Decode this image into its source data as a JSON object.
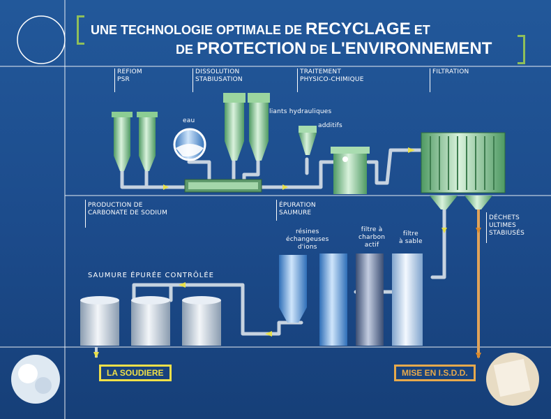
{
  "title": {
    "line1_prefix": "UNE TECHNOLOGIE OPTIMALE DE ",
    "line1_emph": "RECYCLAGE",
    "line1_suffix": " ET",
    "line2_prefix": "DE ",
    "line2_emph": "PROTECTION",
    "line2_mid": " DE ",
    "line2_emph2": "L'ENVIRONNEMENT"
  },
  "stages_top": {
    "refiom": "REFIOM\nPSR",
    "dissolution": "DISSOLUTION\nSTABIUSATION",
    "traitement": "TRAITEMENT\nPHYSICO-CHIMIQUE",
    "filtration": "FILTRATION"
  },
  "stages_mid": {
    "production": "PRODUCTION DE\nCARBONATE DE SODIUM",
    "epuration": "ÉPURATION\nSAUMURE"
  },
  "inputs": {
    "eau": "eau",
    "liants": "liants hydrauliques",
    "additifs": "additifs"
  },
  "equipment": {
    "resines": "résines\néchangeuses\nd'ions",
    "charbon": "filtre à\ncharbon\nactif",
    "sable": "filtre\nà sable"
  },
  "saumure_label": "SAUMURE ÉPURÉE CONTRÔLÉE",
  "dechets_label": "DÉCHETS\nULTIMES\nSTABIUSÉS",
  "outputs": {
    "soudiere": "LA SOUDIERE",
    "isdd": "MISE EN I.S.D.D."
  },
  "colors": {
    "background": "#1d4e8e",
    "bracket_green": "#8fbf5a",
    "output_yellow": "#f0e048",
    "output_orange": "#e6a94c",
    "equipment_green": "#7fc28a",
    "equipment_blue": "#6aa6dc",
    "arrow_yellow": "#e8e04a",
    "arrow_orange": "#d98a2e"
  }
}
